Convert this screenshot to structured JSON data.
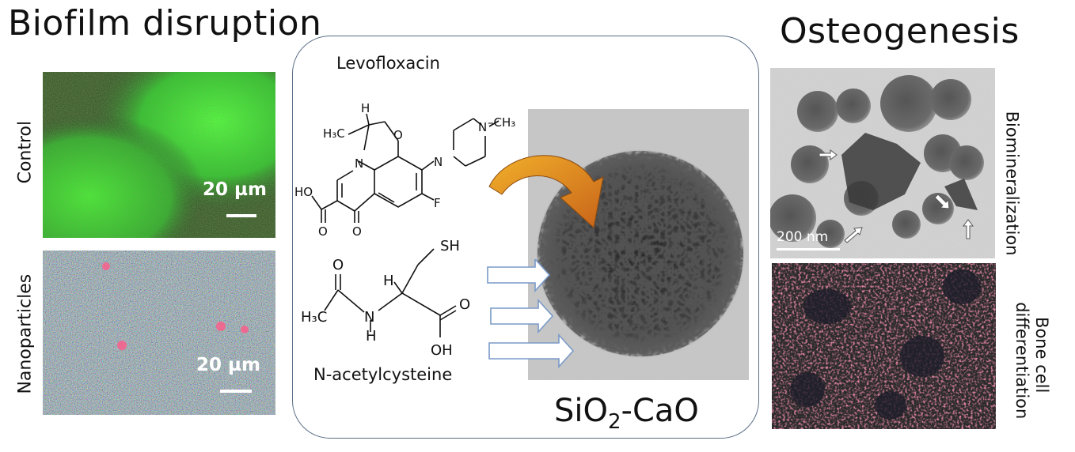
{
  "headings": {
    "left": "Biofilm disruption",
    "right": "Osteogenesis"
  },
  "biofilm": {
    "control_label": "Control",
    "nanoparticles_label": "Nanoparticles",
    "control_scale": "20 µm",
    "nanoparticles_scale": "20 µm"
  },
  "center": {
    "drug_name": "Levofloxacin",
    "antioxidant_name": "N-acetylcysteine",
    "product_base": "SiO",
    "product_sub": "2",
    "product_tail": "-CaO"
  },
  "levofloxacin_atoms": {
    "h": "H",
    "ch3_left": "H₃C",
    "o_ring": "O",
    "n_ring": "N",
    "n_pip1": "N",
    "n_pip2": "N",
    "ch3_right": "–CH₃",
    "f": "F",
    "ho": "HO",
    "o_acid": "O",
    "o_keto": "O"
  },
  "nac_atoms": {
    "sh": "SH",
    "h": "H",
    "o_amide": "O",
    "h3c": "H₃C",
    "n": "N",
    "nh_h": "H",
    "o_acid": "O",
    "oh": "OH"
  },
  "osteo": {
    "biomineralization_label": "Biomineralization",
    "bone_label_line1": "Bone cell",
    "bone_label_line2": "differentiation",
    "tem_scale": "200 nm"
  },
  "colors": {
    "biofilm_green": "#3bd62a",
    "biofilm_dark": "#2a3a22",
    "nano_mix": "#5a8a80",
    "arrow_orange": "#e58a1a",
    "box_border": "#5b6e86",
    "arrow_outline": "#7a9ac8",
    "cell_red": "#d8406a"
  }
}
